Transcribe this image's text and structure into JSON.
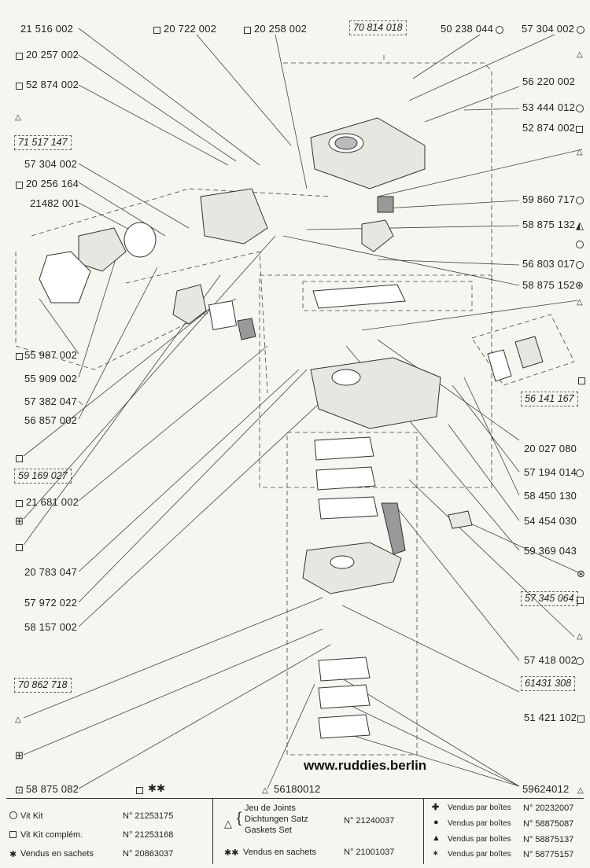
{
  "parts_left": [
    {
      "id": "p1",
      "text": "21 516 002"
    },
    {
      "id": "p2",
      "text": "20 257 002"
    },
    {
      "id": "p3",
      "text": "52 874 002"
    },
    {
      "id": "p4",
      "text": "57 304 002"
    },
    {
      "id": "p5",
      "text": "20 256 164"
    },
    {
      "id": "p6",
      "text": "21482 001"
    },
    {
      "id": "p7",
      "text": "55 987 002"
    },
    {
      "id": "p8",
      "text": "55 909 002"
    },
    {
      "id": "p9",
      "text": "57 382 047"
    },
    {
      "id": "p10",
      "text": "56 857 002"
    },
    {
      "id": "p11",
      "text": "21 681 002"
    },
    {
      "id": "p12",
      "text": "20 783 047"
    },
    {
      "id": "p13",
      "text": "57 972 022"
    },
    {
      "id": "p14",
      "text": "58 157 002"
    },
    {
      "id": "p15",
      "text": "58 875 082"
    }
  ],
  "parts_top": [
    {
      "id": "t1",
      "text": "20 722 002"
    },
    {
      "id": "t2",
      "text": "20 258 002"
    },
    {
      "id": "t3",
      "text": "50 238 044"
    },
    {
      "id": "t4",
      "text": "57 304 002"
    }
  ],
  "parts_right": [
    {
      "id": "r1",
      "text": "56 220 002"
    },
    {
      "id": "r2",
      "text": "53 444 012"
    },
    {
      "id": "r3",
      "text": "52 874 002"
    },
    {
      "id": "r4",
      "text": "59 860 717"
    },
    {
      "id": "r5",
      "text": "58 875 132"
    },
    {
      "id": "r6",
      "text": "56 803 017"
    },
    {
      "id": "r7",
      "text": "58 875 152"
    },
    {
      "id": "r8",
      "text": "20 027 080"
    },
    {
      "id": "r9",
      "text": "57 194 014"
    },
    {
      "id": "r10",
      "text": "58 450 130"
    },
    {
      "id": "r11",
      "text": "54 454 030"
    },
    {
      "id": "r12",
      "text": "59 369 043"
    },
    {
      "id": "r13",
      "text": "57 418 002"
    },
    {
      "id": "r14",
      "text": "51 421 102"
    },
    {
      "id": "r15",
      "text": "59624012"
    }
  ],
  "kits": {
    "k1": "70 814 018",
    "k2": "71 517 147",
    "k3": "59 169 027",
    "k4": "70 862 718",
    "k5": "56 141 167",
    "k6": "57 345 064",
    "k7": "61431 308"
  },
  "bottom_misc": {
    "stars": "✱✱",
    "gasket_code": "56180012"
  },
  "website": "www.ruddies.berlin",
  "legend": {
    "vit_kit": {
      "label": "Vit Kit",
      "no": "N° 21253175"
    },
    "vit_kit_comp": {
      "label": "Vit Kit complém.",
      "no": "N° 21253168"
    },
    "sachets": {
      "label": "Vendus en sachets",
      "no": "N° 20863037"
    },
    "joints_fr": "Jeu de Joints",
    "joints_de": "Dichtungen Satz",
    "joints_en": "Gaskets Set",
    "joints_no": "N° 21240037",
    "sachets2": {
      "label": "Vendus en sachets",
      "no": "N° 21001037"
    },
    "boites": [
      {
        "label": "Vendus par boîtes",
        "no": "N° 20232007"
      },
      {
        "label": "Vendus par boîtes",
        "no": "N° 58875087"
      },
      {
        "label": "Vendus par boîtes",
        "no": "N° 58875137"
      },
      {
        "label": "Vendus par boîtes",
        "no": "N° 58775157"
      }
    ]
  }
}
